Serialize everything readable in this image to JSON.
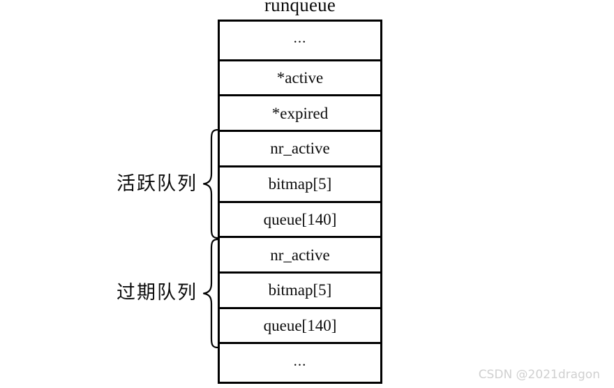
{
  "diagram": {
    "title": "runqueue",
    "struct_fields": [
      {
        "label": "...",
        "is_ellipsis": true
      },
      {
        "label": "*active",
        "is_ellipsis": false
      },
      {
        "label": "*expired",
        "is_ellipsis": false
      },
      {
        "label": "nr_active",
        "is_ellipsis": false
      },
      {
        "label": "bitmap[5]",
        "is_ellipsis": false
      },
      {
        "label": "queue[140]",
        "is_ellipsis": false
      },
      {
        "label": "nr_active",
        "is_ellipsis": false
      },
      {
        "label": "bitmap[5]",
        "is_ellipsis": false
      },
      {
        "label": "queue[140]",
        "is_ellipsis": false
      },
      {
        "label": "...",
        "is_ellipsis": true
      }
    ],
    "groups": [
      {
        "label": "活跃队列",
        "brace": "curly-brace-left-icon"
      },
      {
        "label": "过期队列",
        "brace": "curly-brace-left-icon"
      }
    ],
    "colors": {
      "background": "#ffffff",
      "border": "#000000",
      "text": "#0b0b0b",
      "watermark": "#d0d0d0"
    }
  },
  "watermark": {
    "text": "CSDN @2021dragon"
  }
}
